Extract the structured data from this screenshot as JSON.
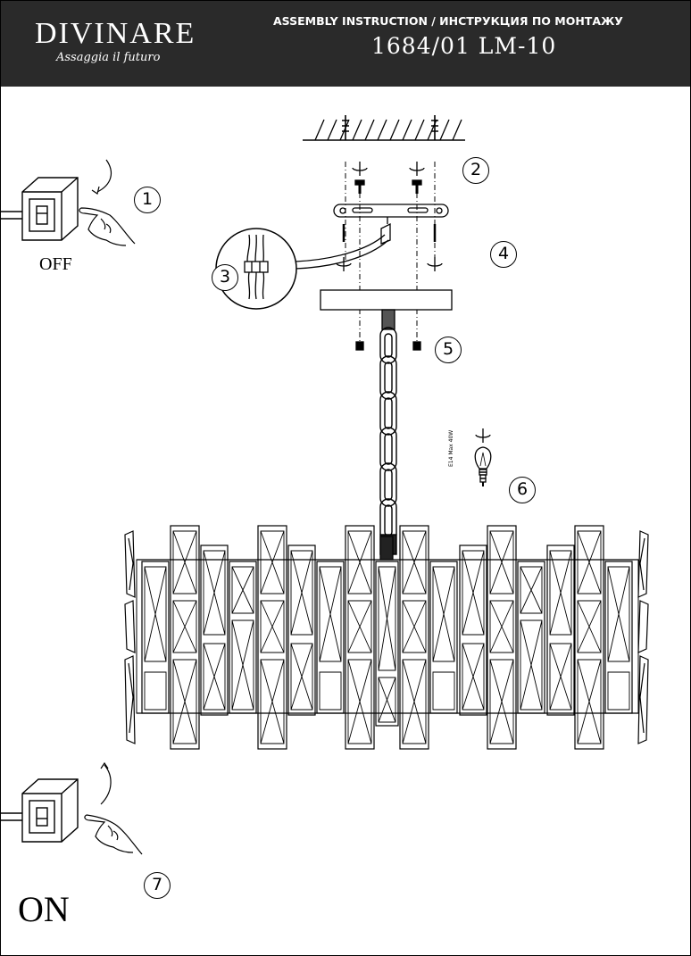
{
  "header": {
    "brand": "DIVINARE",
    "tagline": "Assaggia il futuro",
    "doc_title": "ASSEMBLY INSTRUCTION / ИНСТРУКЦИЯ ПО МОНТАЖУ",
    "model": "1684/01 LM-10"
  },
  "labels": {
    "off": "OFF",
    "on": "ON",
    "bulb_spec": "E14 Max 40W"
  },
  "steps": [
    "1",
    "2",
    "3",
    "4",
    "5",
    "6",
    "7"
  ],
  "icons": [
    "switch-icon",
    "hand-icon",
    "curved-arrow-icon",
    "rotate-icon",
    "screw-icon",
    "bulb-icon",
    "terminal-block-icon"
  ]
}
